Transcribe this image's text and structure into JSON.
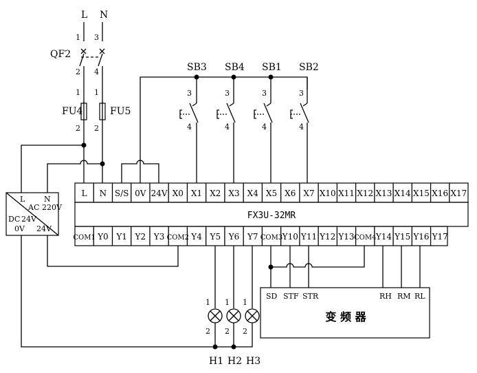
{
  "supply": {
    "l": "L",
    "n": "N"
  },
  "breaker": {
    "name": "QF2",
    "pin_l_top": "1",
    "pin_n_top": "3",
    "pin_l_bot": "2",
    "pin_n_bot": "4"
  },
  "fuses": [
    {
      "name": "FU4",
      "top": "1",
      "bot": "2"
    },
    {
      "name": "FU5",
      "top": "1",
      "bot": "2"
    }
  ],
  "buttons": [
    {
      "name": "SB3",
      "top": "3",
      "bot": "4"
    },
    {
      "name": "SB4",
      "top": "3",
      "bot": "4"
    },
    {
      "name": "SB1",
      "top": "3",
      "bot": "4"
    },
    {
      "name": "SB2",
      "top": "3",
      "bot": "4"
    }
  ],
  "power_supply": {
    "l": "L",
    "n": "N",
    "ac": "AC",
    "ac_v": "220V",
    "dc": "DC",
    "dc_v": "24V",
    "ov": "0V",
    "ov24": "24V"
  },
  "plc": {
    "model": "FX3U-32MR",
    "top_terminals": [
      "L",
      "N",
      "S/S",
      "0V",
      "24V",
      "X0",
      "X1",
      "X2",
      "X3",
      "X4",
      "X5",
      "X6",
      "X7",
      "X10",
      "X11",
      "X12",
      "X13",
      "X14",
      "X15",
      "X16",
      "X17"
    ],
    "bottom_terminals": [
      "COM1",
      "Y0",
      "Y1",
      "Y2",
      "Y3",
      "COM2",
      "Y4",
      "Y5",
      "Y6",
      "Y7",
      "COM3",
      "Y10",
      "Y11",
      "Y12",
      "Y13",
      "COM4",
      "Y14",
      "Y15",
      "Y16",
      "Y17"
    ]
  },
  "vfd": {
    "title": "变 频 器",
    "terminals": [
      "SD",
      "STF",
      "STR",
      "RH",
      "RM",
      "RL"
    ]
  },
  "lamps": [
    {
      "name": "H1",
      "top": "1",
      "bot": "2"
    },
    {
      "name": "H2",
      "top": "1",
      "bot": "2"
    },
    {
      "name": "H3",
      "top": "1",
      "bot": "2"
    }
  ]
}
